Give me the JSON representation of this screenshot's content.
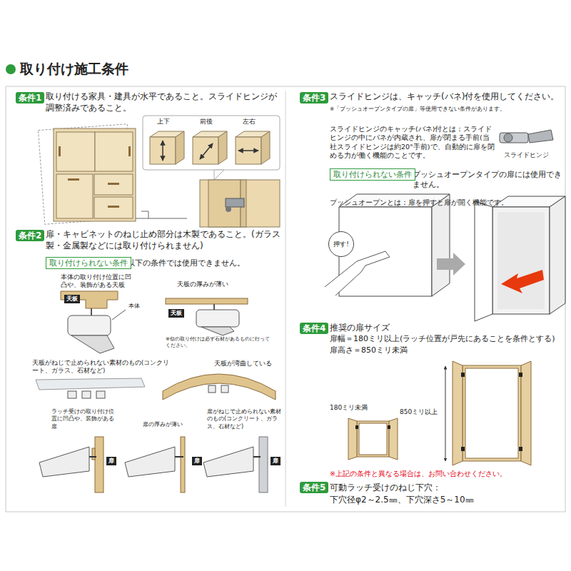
{
  "diagram": {
    "title": "取り付け施工条件",
    "nodes": [
      {
        "text": [
          "条件1"
        ]
      },
      {
        "text": [
          "条件2"
        ]
      },
      {
        "text": [
          "取り付けられない条件"
        ]
      },
      {
        "text": [
          "天板"
        ]
      },
      {
        "text": [
          "天板"
        ]
      },
      {
        "text": [
          "扉"
        ]
      },
      {
        "text": [
          "扉"
        ]
      },
      {
        "text": [
          "扉"
        ]
      },
      {
        "text": [
          "条件3"
        ]
      },
      {
        "text": [
          "取り付けられない条件"
        ]
      },
      {
        "text": [
          "押す!"
        ]
      },
      {
        "text": [
          "条件4"
        ]
      },
      {
        "text": [
          "条件5"
        ]
      }
    ],
    "labels": [
      "取り付ける家具・建具が水平であること。スライドヒンジが調整済みであること。",
      "上下",
      "前後",
      "左右",
      "扉・キャビネットのねじ止め部分は木製であること。(ガラス製・金属製などには取り付けられません)",
      "以下の条件では使用できません。",
      "本体の取り付け位置に凹凸や、装飾がある天板",
      "天板の厚みが薄い",
      "本体",
      "※似の取り付けは必ず石材があるものに行ってください。",
      "天板がねじで止められない素材のもの(コンクリート、ガラス、石材など)",
      "天板が湾曲している",
      "ラッチ受けの取り付け位置に凹凸や、装飾がある扉",
      "扉の厚みが薄い",
      "扉がねじで止められない素材のもの(コンクリート、ガラス、石材など)",
      "スライドヒンジは、キャッチ(バネ)付を使用してください。",
      "※「プッシュオープンタイプの扉」等使用できない条件があります。",
      "スライドヒンジのキャッチ(バネ)付とは：スライドヒンジの中にバネが内蔵され、扉が閉まる手前(当社スライドヒンジは約20°手前)で、自動的に扉を閉める力が働く機能のことです。",
      "スライドヒンジ",
      "プッシュオープンタイプの扉には使用できません。",
      "プッシュオープンとは：扉を押すと扉が開く機能です。",
      "推奨の扉サイズ",
      "扉幅＝180ミリ以上(ラッチ位置が戸先にあることを条件とする)",
      "扉高さ＝850ミリ未満",
      "180ミリ未満",
      "850ミリ以上",
      "※上記の条件と異なる場合は、お問い合わせください。",
      "可動ラッチ受けのねじ下穴：",
      "下穴径φ2～2.5㎜、下穴深さ5～10㎜"
    ]
  }
}
